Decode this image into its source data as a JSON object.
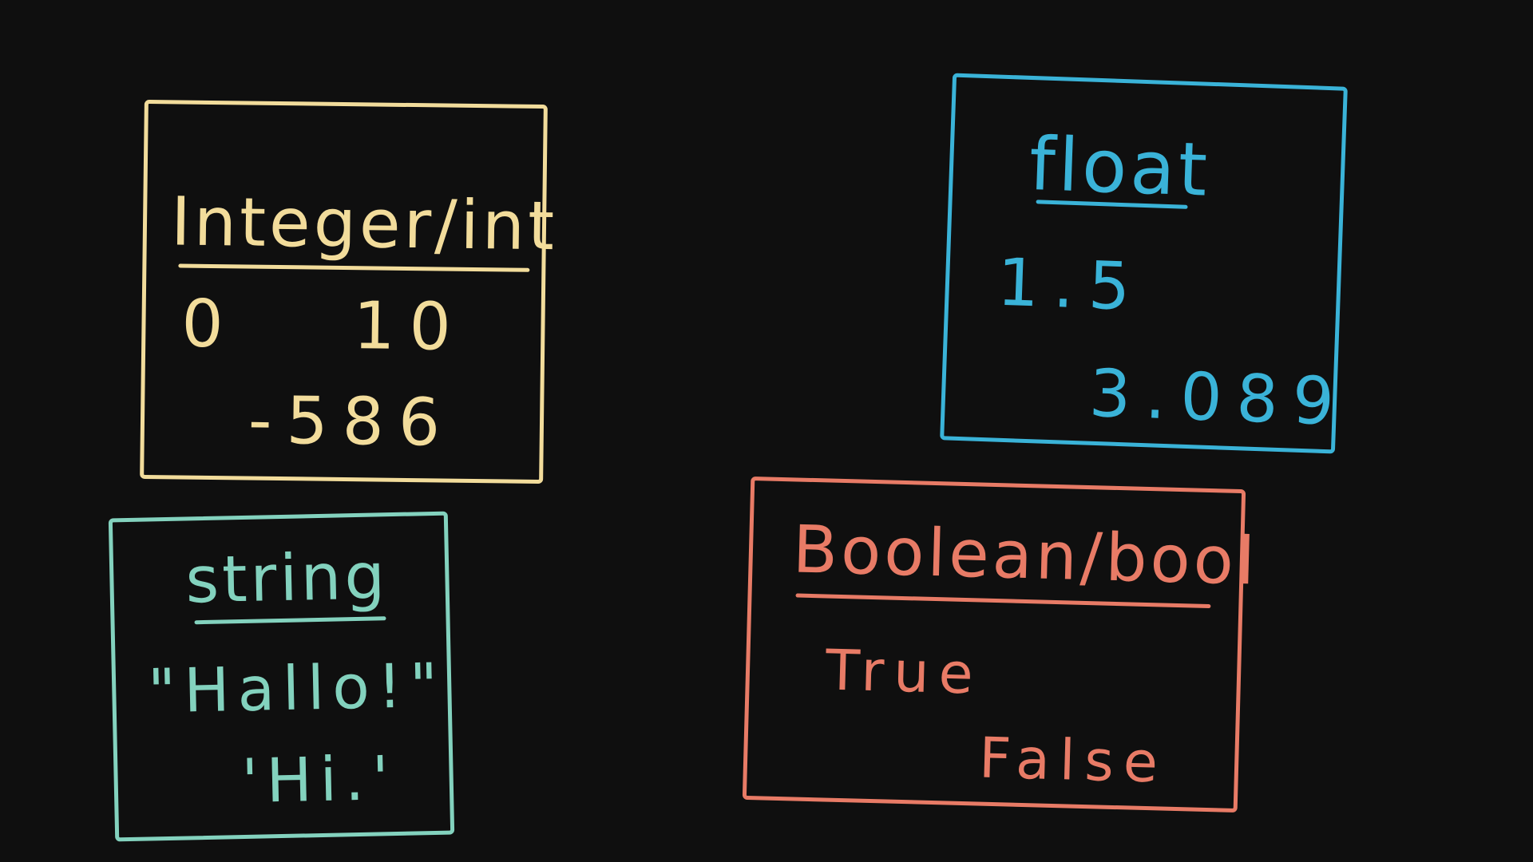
{
  "colors": {
    "background": "#0f0f0f",
    "integer": "#f2dc9b",
    "float": "#3ab3d8",
    "string": "#83d2be",
    "boolean": "#e87b66",
    "accent": "#e8573f"
  },
  "integer": {
    "title": "Integer/int",
    "values": [
      "0",
      "10",
      "-586"
    ]
  },
  "float": {
    "title": "float",
    "values": [
      "1.5",
      "3.089"
    ]
  },
  "string": {
    "title": "string",
    "values": [
      "\"Hallo!\"",
      "'Hi.'"
    ]
  },
  "boolean": {
    "title": "Boolean/bool",
    "values": [
      "True",
      "False"
    ]
  }
}
